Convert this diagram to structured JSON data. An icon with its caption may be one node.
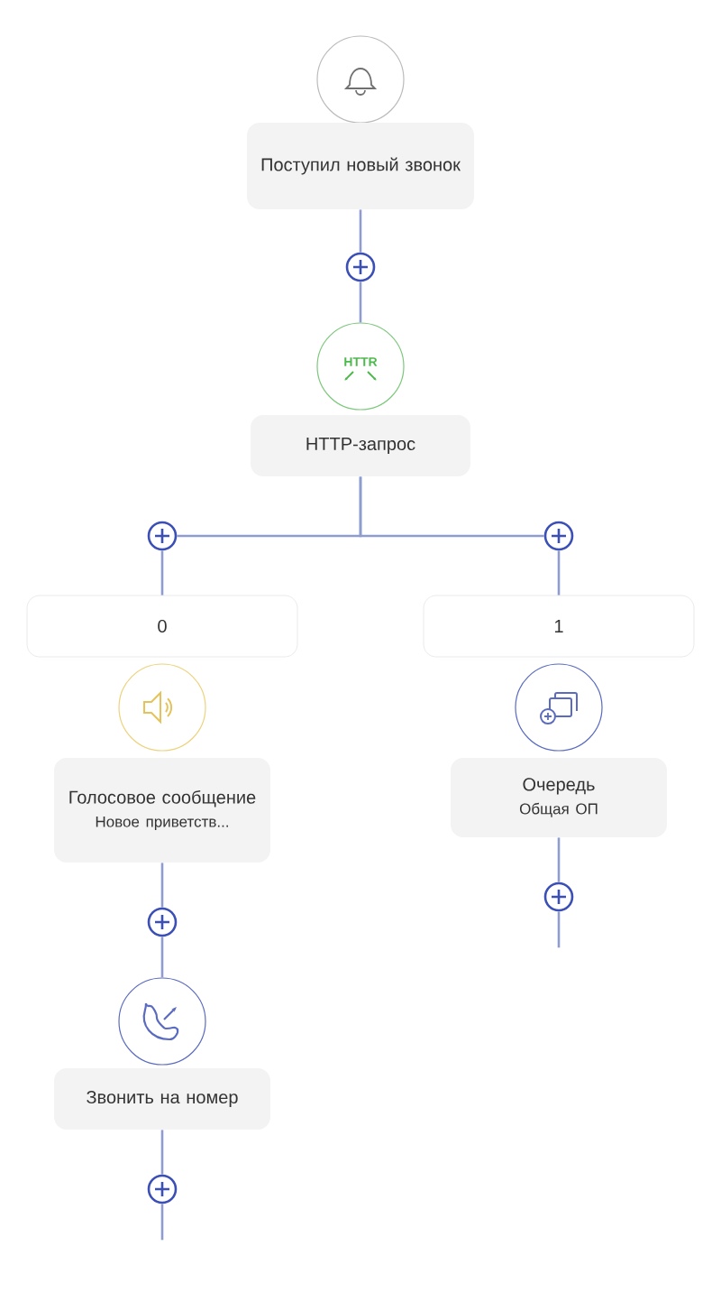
{
  "diagram": {
    "nodes": [
      {
        "text": [],
        "shape": "circle"
      },
      {
        "text": [
          "Поступил новый звонок"
        ]
      },
      {
        "text": [],
        "shape": "circle"
      },
      {
        "text": [
          "HTTR"
        ]
      },
      {
        "text": [
          "HTTP-запрос"
        ]
      },
      {
        "text": [],
        "shape": "circle"
      },
      {
        "text": [],
        "shape": "circle"
      },
      {
        "text": [
          "0"
        ]
      },
      {
        "text": [
          "1"
        ]
      },
      {
        "text": [],
        "shape": "circle"
      },
      {
        "text": [],
        "shape": "circle"
      },
      {
        "text": [
          "Голосовое сообщение",
          "Новое приветств..."
        ]
      },
      {
        "text": [
          "Очередь",
          "Общая ОП"
        ]
      },
      {
        "text": [],
        "shape": "circle"
      },
      {
        "text": [],
        "shape": "circle"
      },
      {
        "text": [],
        "shape": "circle"
      },
      {
        "text": [
          "Звонить на номер"
        ]
      },
      {
        "text": [],
        "shape": "circle"
      }
    ],
    "edges": [
      {
        "from": 1,
        "to": 2,
        "arrow": "none"
      },
      {
        "from": 2,
        "to": 3,
        "arrow": "none"
      },
      {
        "from": 4,
        "to": 5,
        "arrow": "none"
      },
      {
        "from": 4,
        "to": 6,
        "arrow": "none"
      },
      {
        "from": 5,
        "to": 7,
        "arrow": "none"
      },
      {
        "from": 6,
        "to": 8,
        "arrow": "none"
      },
      {
        "from": 12,
        "to": 13,
        "arrow": "none"
      },
      {
        "from": 13,
        "to": null,
        "arrow": "none"
      },
      {
        "from": 11,
        "to": 14,
        "arrow": "none"
      },
      {
        "from": 14,
        "to": 15,
        "arrow": "none"
      },
      {
        "from": 16,
        "to": 17,
        "arrow": "none"
      },
      {
        "from": 17,
        "to": null,
        "arrow": "none"
      }
    ]
  }
}
